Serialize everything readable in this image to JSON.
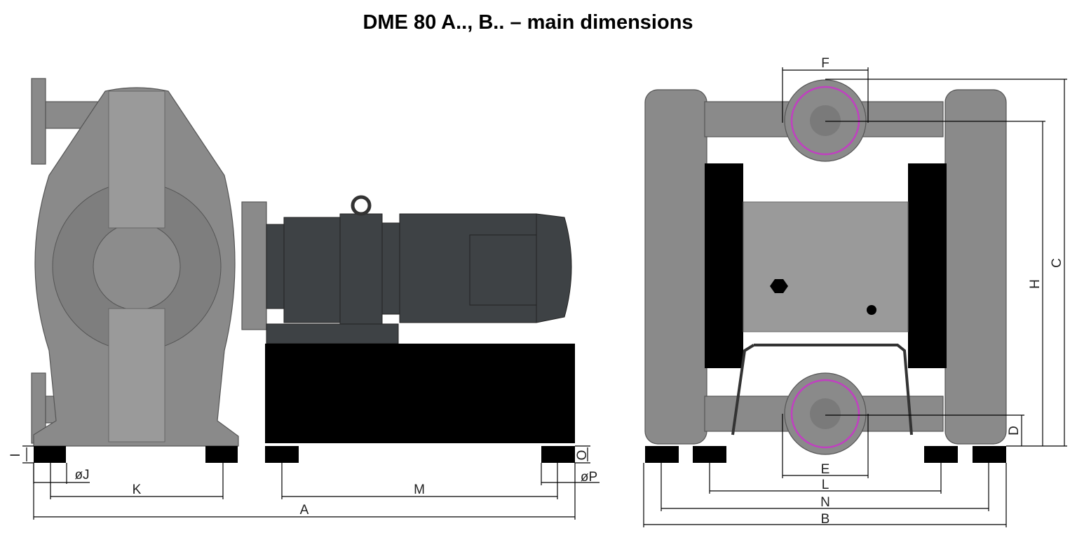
{
  "title": "DME 80 A.., B.. – main dimensions",
  "side_view_labels": {
    "I": "I",
    "J": "øJ",
    "K": "K",
    "M": "M",
    "A": "A",
    "O": "O",
    "P": "øP"
  },
  "front_view_labels": {
    "F": "F",
    "C": "C",
    "H": "H",
    "D": "D",
    "E": "E",
    "L": "L",
    "N": "N",
    "B": "B"
  },
  "colors": {
    "pump_body": "#8a8a8a",
    "motor": "#3e4245",
    "base": "#000000",
    "bolt_circle": "#c040c0"
  }
}
